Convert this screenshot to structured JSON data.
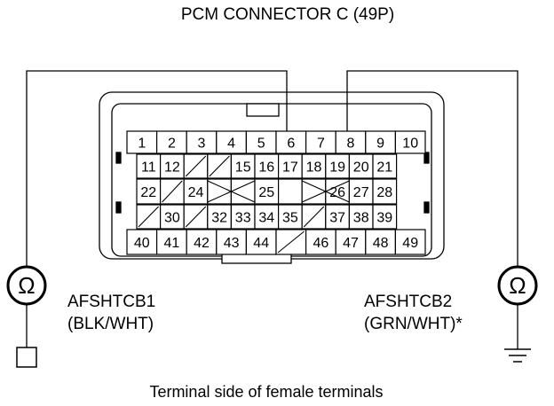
{
  "title": "PCM CONNECTOR C (49P)",
  "caption": "Terminal side of female terminals",
  "left_label": {
    "signal": "AFSHTCB1",
    "wire": "(BLK/WHT)"
  },
  "right_label": {
    "signal": "AFSHTCB2",
    "wire": "(GRN/WHT)*"
  },
  "ohm_symbol": "Ω",
  "meter_icon": "ohmmeter-icon",
  "left_terminal_icon": "body-terminal-square-icon",
  "right_terminal_icon": "ground-icon",
  "probe_pins": [
    "6",
    "8"
  ],
  "pin_rows": [
    [
      "1",
      "2",
      "3",
      "4",
      "5",
      "6",
      "7",
      "8",
      "9",
      "10"
    ],
    [
      "11",
      "12",
      "",
      "",
      "15",
      "16",
      "17",
      "18",
      "19",
      "20",
      "21"
    ],
    [
      "22",
      "",
      "24",
      "",
      "",
      "25",
      "",
      "",
      "26",
      "27",
      "28"
    ],
    [
      "",
      "30",
      "",
      "32",
      "33",
      "34",
      "35",
      "",
      "37",
      "38",
      "39"
    ],
    [
      "40",
      "41",
      "42",
      "43",
      "44",
      "",
      "46",
      "47",
      "48",
      "49"
    ]
  ]
}
